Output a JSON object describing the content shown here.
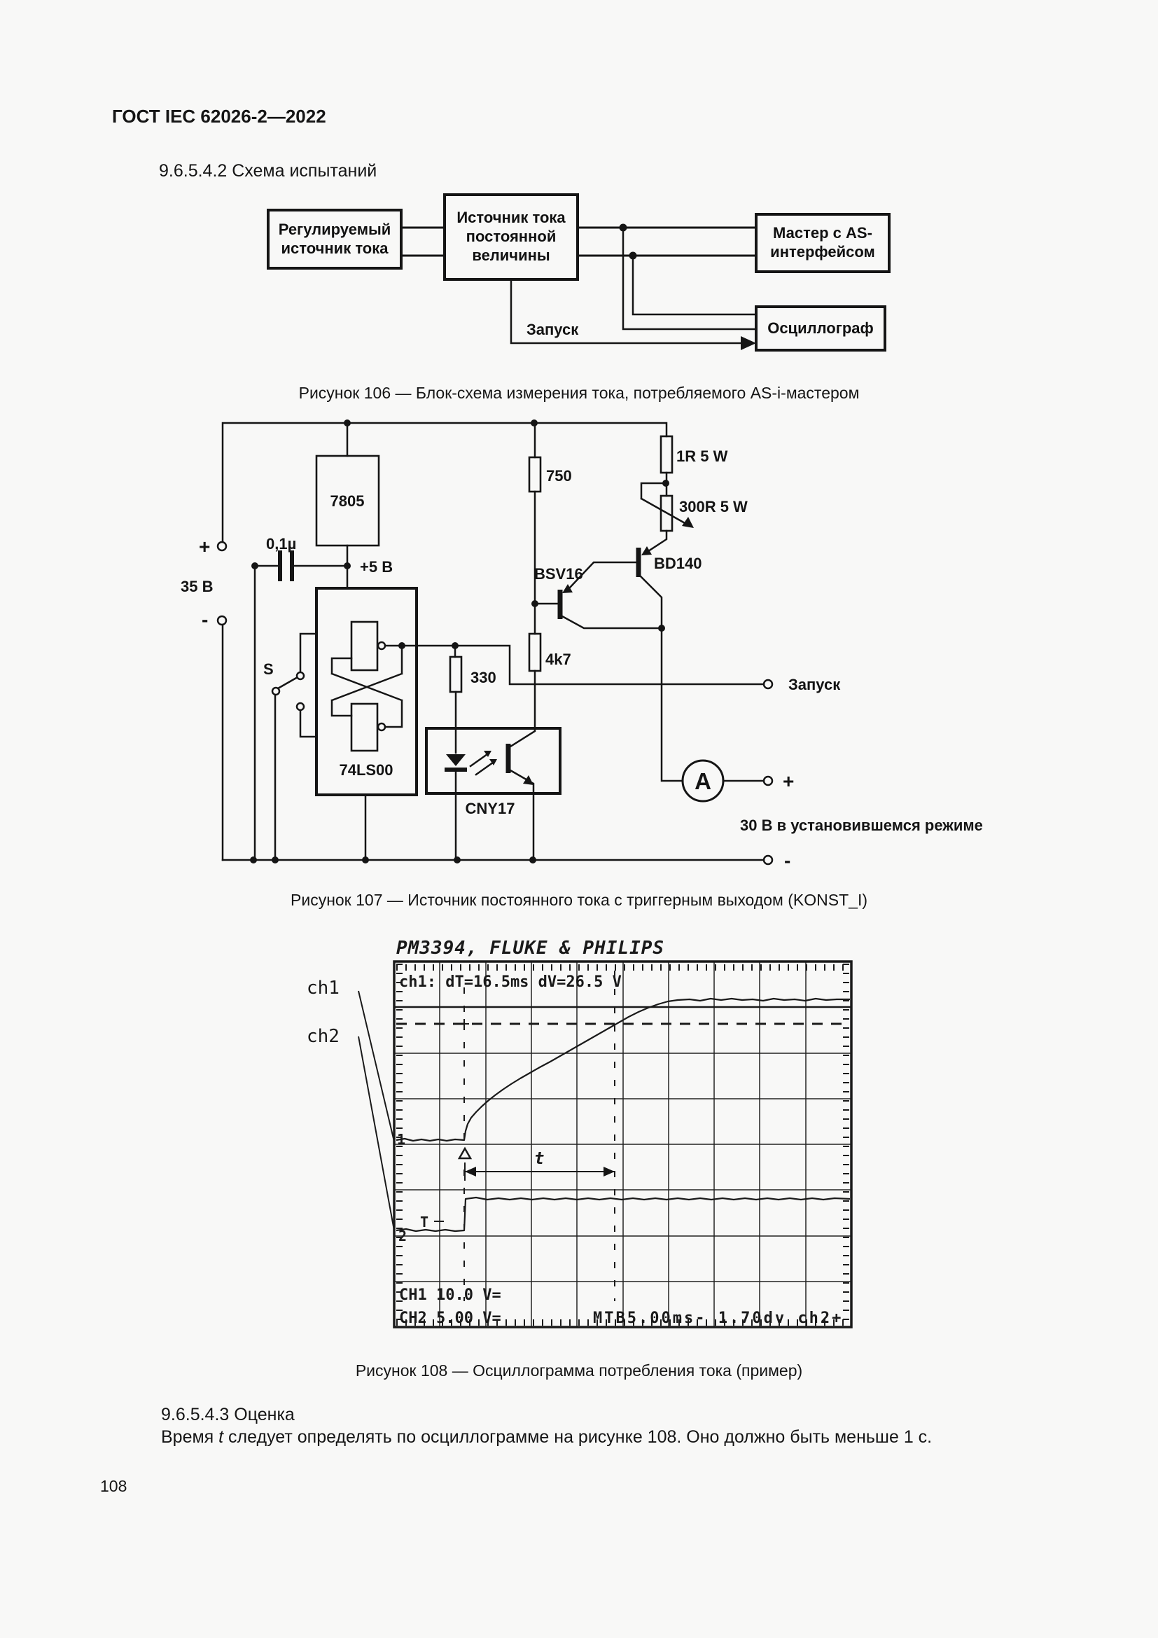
{
  "page": {
    "bg_color": "#f8f8f7",
    "ink_color": "#151515",
    "header": "ГОСТ IEC 62026-2—2022",
    "page_number": "108"
  },
  "section_test": {
    "heading": "9.6.5.4.2 Схема испытаний"
  },
  "section_eval": {
    "heading": "9.6.5.4.3 Оценка",
    "body_pre": "Время ",
    "body_italic": "t",
    "body_post": " следует определять по осциллограмме на рисунке 108. Оно должно быть меньше 1 с."
  },
  "fig106": {
    "caption": "Рисунок 106 — Блок-схема измерения тока, потребляемого AS-i-мастером",
    "blocks": {
      "regulated_source": "Регулируемый\nисточник тока",
      "constant_source": "Источник тока\nпостоянной\nвеличины",
      "as_master": "Мастер с AS-\nинтерфейсом",
      "oscilloscope": "Осциллограф"
    },
    "labels": {
      "trigger": "Запуск"
    }
  },
  "fig107": {
    "caption": "Рисунок 107 — Источник постоянного тока с триггерным выходом (KONST_I)",
    "labels": {
      "in_plus": "+",
      "in_minus": "-",
      "v35": "35 В",
      "cap": "0,1µ",
      "regulator": "7805",
      "v5": "+5 В",
      "r750": "750",
      "r1": "1R 5 W",
      "r300": "300R 5 W",
      "bsv16": "BSV16",
      "bd140": "BD140",
      "switch": "S",
      "ic": "74LS00",
      "r330": "330",
      "r4k7": "4k7",
      "opto": "CNY17",
      "trigger": "Запуск",
      "ammeter": "А",
      "out_plus": "+",
      "v30": "30 В в установившемся режиме",
      "out_minus": "-"
    }
  },
  "fig108": {
    "caption": "Рисунок 108 — Осциллограмма потребления тока (пример)",
    "scope": {
      "title": "PM3394, FLUKE & PHILIPS",
      "readout": "ch1:  dT=16.5ms dV=26.5 V",
      "ch1_label": "ch1",
      "ch2_label": "ch2",
      "marker_1": "1",
      "marker_2": "2",
      "marker_T": "T",
      "t_label": "t",
      "ch1_settings": "CH1 10.0 V=",
      "ch2_settings": "CH2 5.00 V=",
      "timebase": "MTB5.00ms- 1.70dv ch2+"
    }
  }
}
